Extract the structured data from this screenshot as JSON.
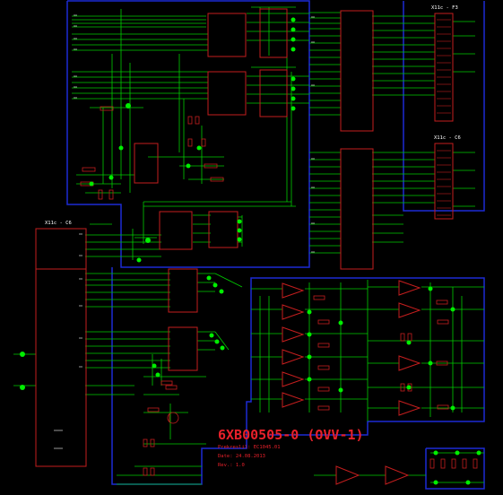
{
  "schematic": {
    "title": "6XB00505-0 (OVV-1)",
    "info_lines": [
      "Prekreslil: EC1045.01",
      "Date: 24.08.2013",
      "Rev.: 1.0"
    ],
    "connectors": [
      "X11c - F3",
      "X11c - C6",
      "X11c - C6"
    ],
    "colors": {
      "background": "#000000",
      "wire": "#00cc00",
      "part": "#c41e1e",
      "junction": "#00ee00",
      "block_border": "#1c2ad4",
      "text": "#e8202a",
      "pins": "#ffffff"
    }
  }
}
